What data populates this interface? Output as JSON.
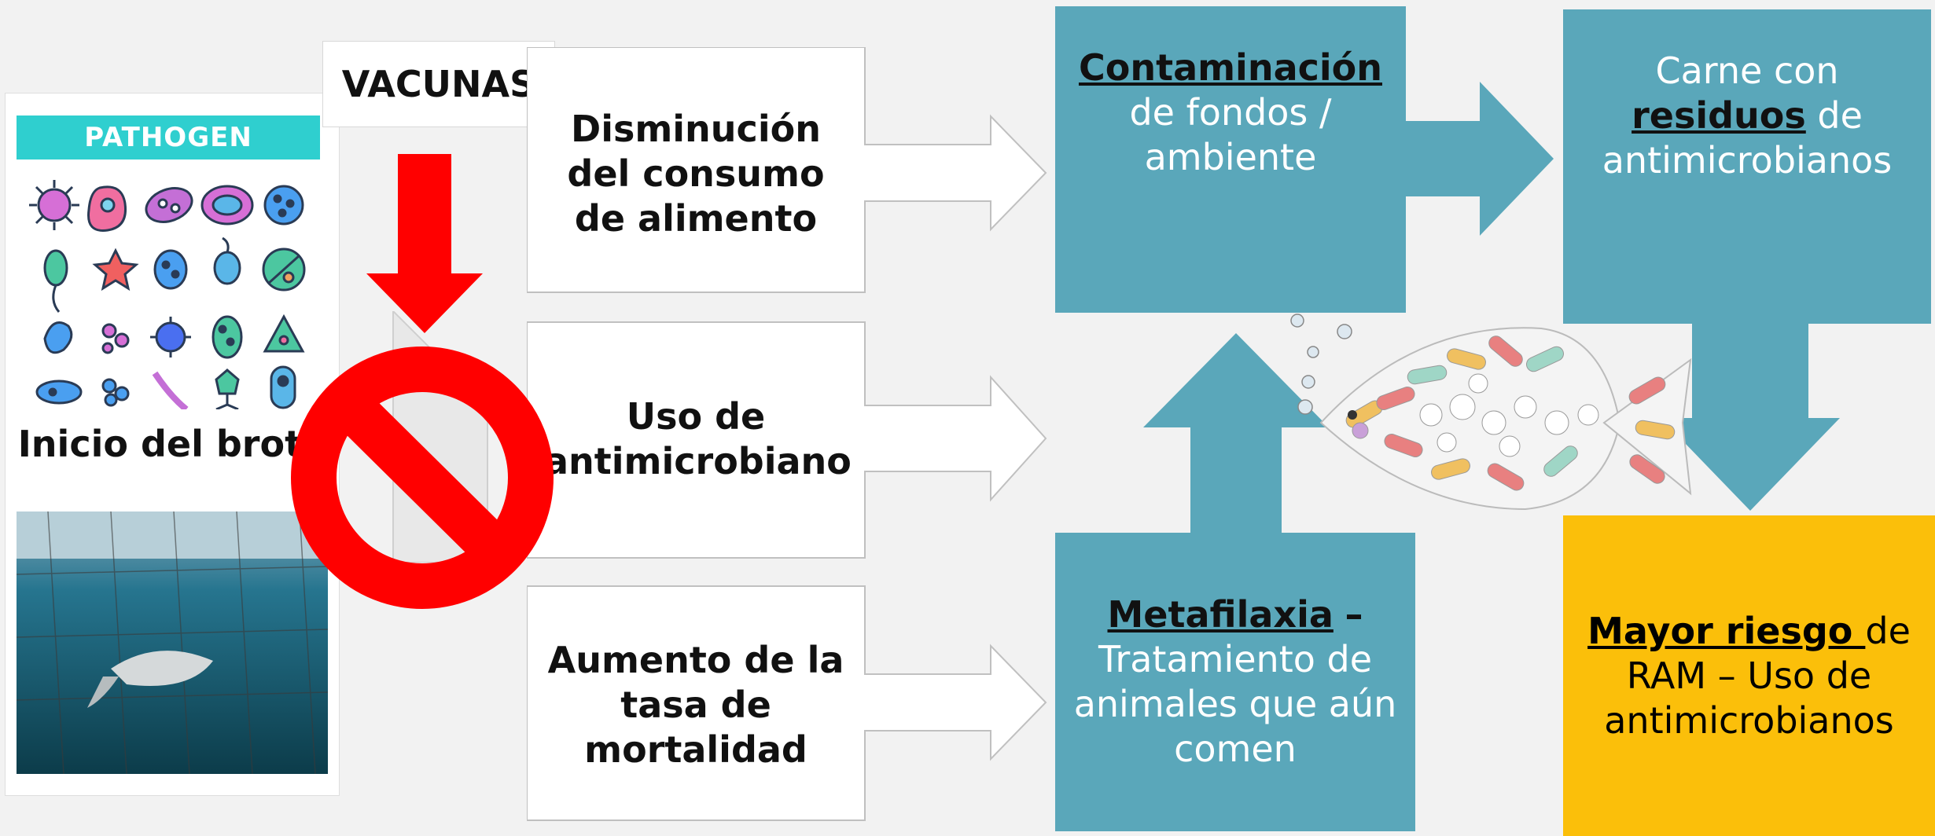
{
  "vaccine_label": "VACUNAS",
  "pathogen_panel": {
    "banner": "PATHOGEN",
    "caption": "Inicio del brote",
    "colors": {
      "banner": "#2fcfcf"
    }
  },
  "flow_stages": [
    {
      "text": "Disminución del consumo de alimento"
    },
    {
      "text": "Uso de antimicrobiano"
    },
    {
      "text": "Aumento de la tasa de mortalidad"
    }
  ],
  "outcomes": {
    "contamination": {
      "keyword": "Contaminación",
      "rest": "de fondos / ambiente"
    },
    "meat_residues": {
      "prefix": "Carne con",
      "keyword": "residuos",
      "suffix": "de antimicrobianos"
    },
    "metaphylaxis": {
      "keyword": "Metafilaxia",
      "dash": "–",
      "rest": "Tratamiento de animales que aún comen"
    },
    "amr_risk": {
      "keyword": "Mayor riesgo ",
      "rest": "de RAM – Uso de antimicrobianos"
    }
  },
  "icons": {
    "prohibition": "no-entry-icon",
    "down_arrow": "down-arrow-icon",
    "pill_fish": "pill-fish-icon",
    "pathogens": "pathogen-icons"
  },
  "colors": {
    "teal": "#5aa7ba",
    "gold": "#fbbf0a",
    "red": "#ff0000",
    "background": "#f2f2f2"
  }
}
